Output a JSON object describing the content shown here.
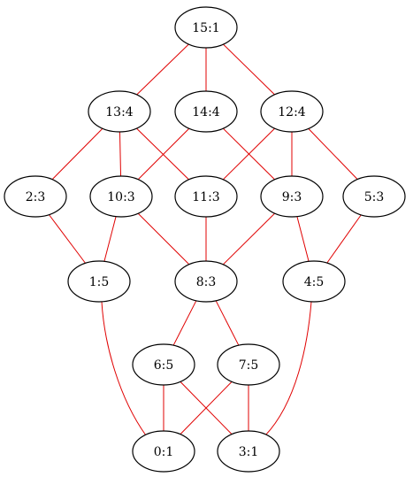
{
  "graph": {
    "edge_color": "#e00000",
    "node_border_color": "#000000",
    "nodes": [
      {
        "id": "15",
        "label": "15:1"
      },
      {
        "id": "13",
        "label": "13:4"
      },
      {
        "id": "14",
        "label": "14:4"
      },
      {
        "id": "12",
        "label": "12:4"
      },
      {
        "id": "2",
        "label": "2:3"
      },
      {
        "id": "10",
        "label": "10:3"
      },
      {
        "id": "11",
        "label": "11:3"
      },
      {
        "id": "9",
        "label": "9:3"
      },
      {
        "id": "5",
        "label": "5:3"
      },
      {
        "id": "1",
        "label": "1:5"
      },
      {
        "id": "8",
        "label": "8:3"
      },
      {
        "id": "4",
        "label": "4:5"
      },
      {
        "id": "6",
        "label": "6:5"
      },
      {
        "id": "7",
        "label": "7:5"
      },
      {
        "id": "0",
        "label": "0:1"
      },
      {
        "id": "3",
        "label": "3:1"
      }
    ],
    "edges": [
      [
        "15",
        "13"
      ],
      [
        "15",
        "14"
      ],
      [
        "15",
        "12"
      ],
      [
        "13",
        "2"
      ],
      [
        "13",
        "10"
      ],
      [
        "13",
        "11"
      ],
      [
        "14",
        "10"
      ],
      [
        "14",
        "9"
      ],
      [
        "12",
        "11"
      ],
      [
        "12",
        "9"
      ],
      [
        "12",
        "5"
      ],
      [
        "2",
        "1"
      ],
      [
        "10",
        "1"
      ],
      [
        "10",
        "8"
      ],
      [
        "11",
        "8"
      ],
      [
        "9",
        "8"
      ],
      [
        "9",
        "4"
      ],
      [
        "5",
        "4"
      ],
      [
        "1",
        "0"
      ],
      [
        "8",
        "6"
      ],
      [
        "8",
        "7"
      ],
      [
        "4",
        "3"
      ],
      [
        "6",
        "0"
      ],
      [
        "6",
        "3"
      ],
      [
        "7",
        "0"
      ],
      [
        "7",
        "3"
      ]
    ]
  }
}
